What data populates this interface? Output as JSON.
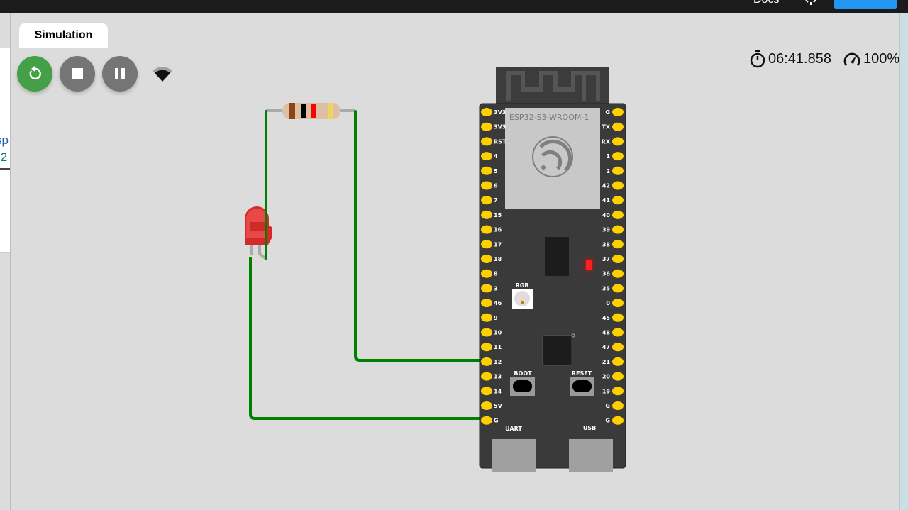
{
  "header": {
    "docs_label": "Docs"
  },
  "left_panel": {
    "text_line1": "sp",
    "text_line2": ".2"
  },
  "tab": {
    "label": "Simulation"
  },
  "controls": {
    "restart": "restart-icon",
    "stop": "stop-icon",
    "pause": "pause-icon",
    "wifi": "wifi-icon",
    "restart_color": "#43a047",
    "button_color": "#757575"
  },
  "status": {
    "time": "06:41.858",
    "speed": "100%"
  },
  "board": {
    "module_label": "ESP32-S3-WROOM-1",
    "rgb_label": "RGB",
    "boot_label": "BOOT",
    "reset_label": "RESET",
    "uart_label": "UART",
    "usb_label": "USB",
    "left_pins": [
      "3V3",
      "3V3",
      "RST",
      "4",
      "5",
      "6",
      "7",
      "15",
      "16",
      "17",
      "18",
      "8",
      "3",
      "46",
      "9",
      "10",
      "11",
      "12",
      "13",
      "14",
      "5V",
      "G"
    ],
    "right_pins": [
      "G",
      "TX",
      "RX",
      "1",
      "2",
      "42",
      "41",
      "40",
      "39",
      "38",
      "37",
      "36",
      "35",
      "0",
      "45",
      "48",
      "47",
      "21",
      "20",
      "19",
      "G",
      "G"
    ]
  },
  "colors": {
    "wire": "#008000",
    "pin": "#ffd000",
    "board": "#3a3a3a"
  }
}
